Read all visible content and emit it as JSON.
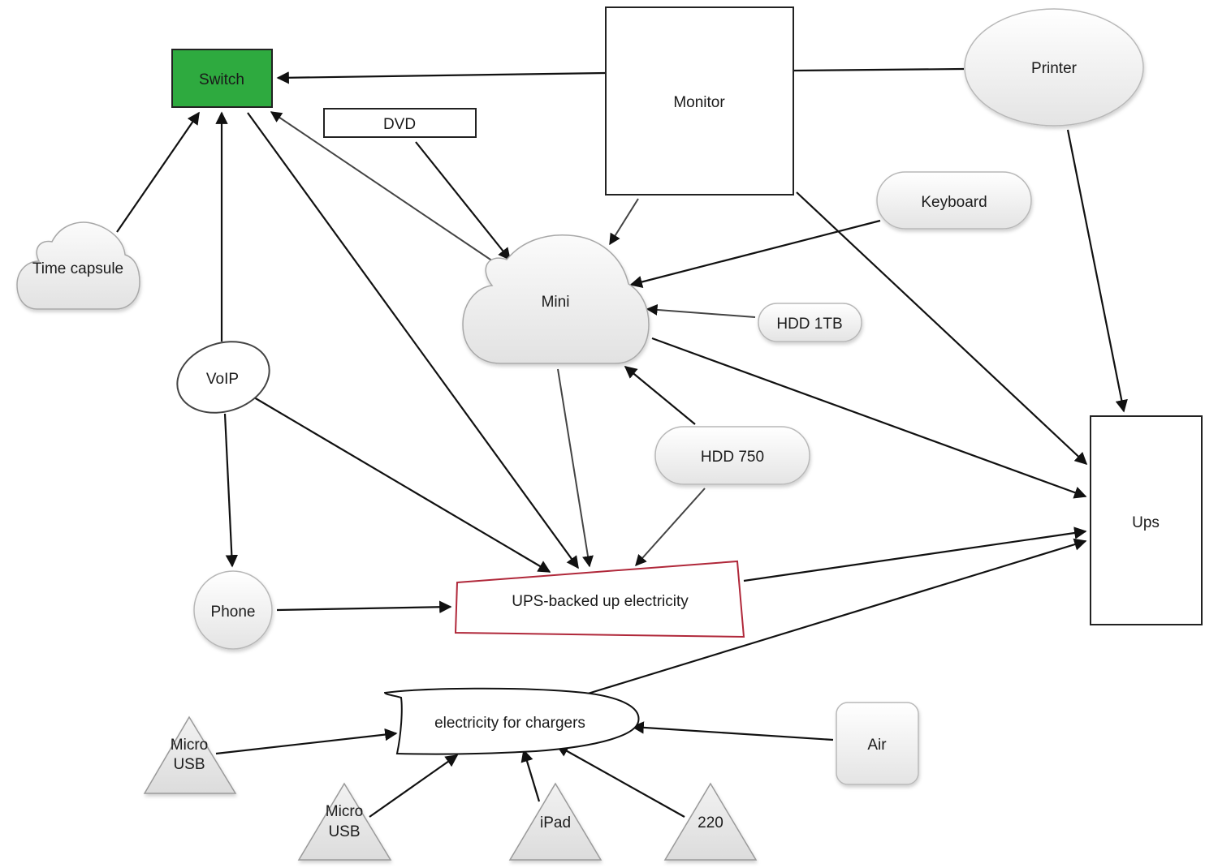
{
  "nodes": {
    "switch": "Switch",
    "monitor": "Monitor",
    "printer": "Printer",
    "dvd": "DVD",
    "keyboard": "Keyboard",
    "time_capsule": "Time capsule",
    "mini": "Mini",
    "hdd_1tb": "HDD 1TB",
    "voip": "VoIP",
    "hdd_750": "HDD 750",
    "ups": "Ups",
    "phone": "Phone",
    "ups_backed": "UPS-backed up electricity",
    "chargers": "electricity for chargers",
    "air": "Air",
    "micro_usb_1_line1": "Micro",
    "micro_usb_1_line2": "USB",
    "micro_usb_2_line1": "Micro",
    "micro_usb_2_line2": "USB",
    "ipad": "iPad",
    "v220": "220"
  },
  "colors": {
    "switch_fill": "#2eaa3f",
    "ups_backed_border": "#b0283a"
  }
}
